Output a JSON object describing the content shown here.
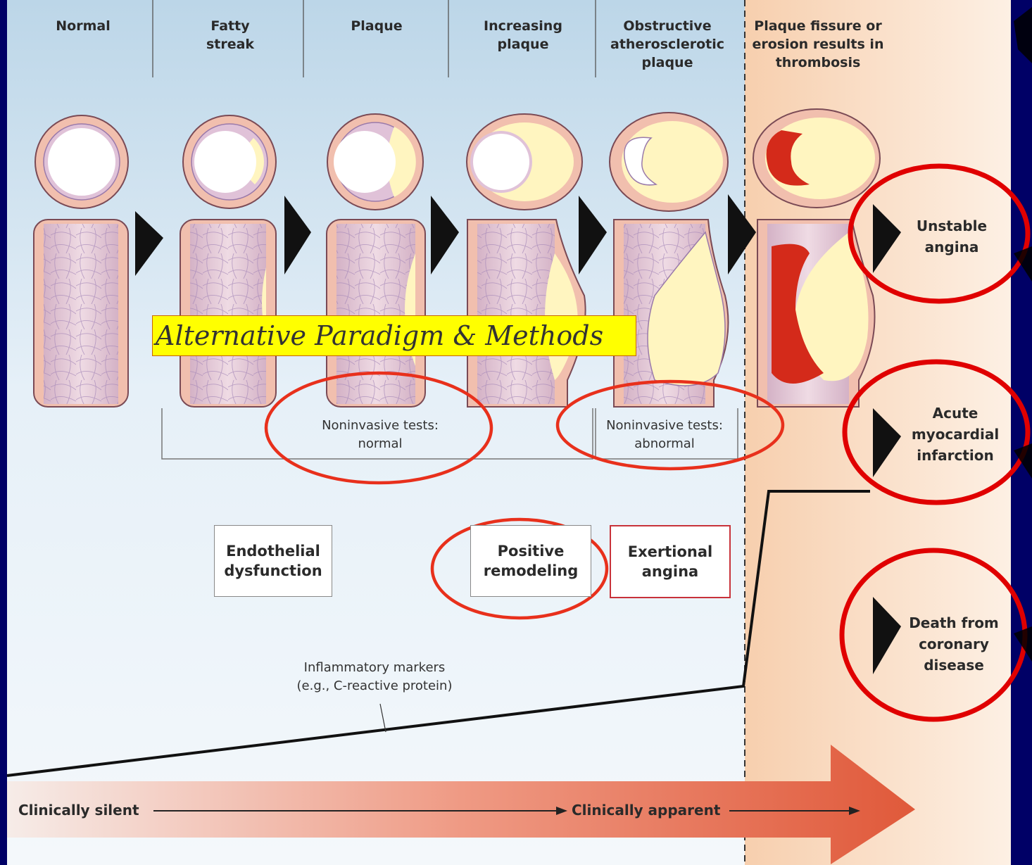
{
  "stages": [
    {
      "label": "Normal"
    },
    {
      "label": "Fatty\nstreak"
    },
    {
      "label": "Plaque"
    },
    {
      "label": "Increasing\nplaque"
    },
    {
      "label": "Obstructive\natherosclerotic\nplaque"
    },
    {
      "label": "Plaque fissure or\nerosion results in\nthrombosis"
    }
  ],
  "overlay_banner": "Alternative Paradigm & Methods",
  "tests": {
    "normal": "Noninvasive tests:\nnormal",
    "abnormal": "Noninvasive tests:\nabnormal"
  },
  "boxes": {
    "endothelial": "Endothelial\ndysfunction",
    "remodeling": "Positive\nremodeling",
    "exertional": "Exertional\nangina"
  },
  "marker_label": "Inflammatory markers\n(e.g., C-reactive protein)",
  "outcomes": [
    {
      "label": "Unstable\nangina"
    },
    {
      "label": "Acute\nmyocardial\ninfarction"
    },
    {
      "label": "Death from\ncoronary\ndisease"
    }
  ],
  "timeline": {
    "silent": "Clinically silent",
    "apparent": "Clinically apparent"
  },
  "colors": {
    "slide_background": "#000066",
    "highlight_ellipse": "#e8301c",
    "outcome_circle": "#e00000",
    "banner_fill": "#ffff00",
    "plaque": "#fff5c0",
    "thrombus": "#d42a1a",
    "vessel_wall": "#f2c4b0"
  }
}
